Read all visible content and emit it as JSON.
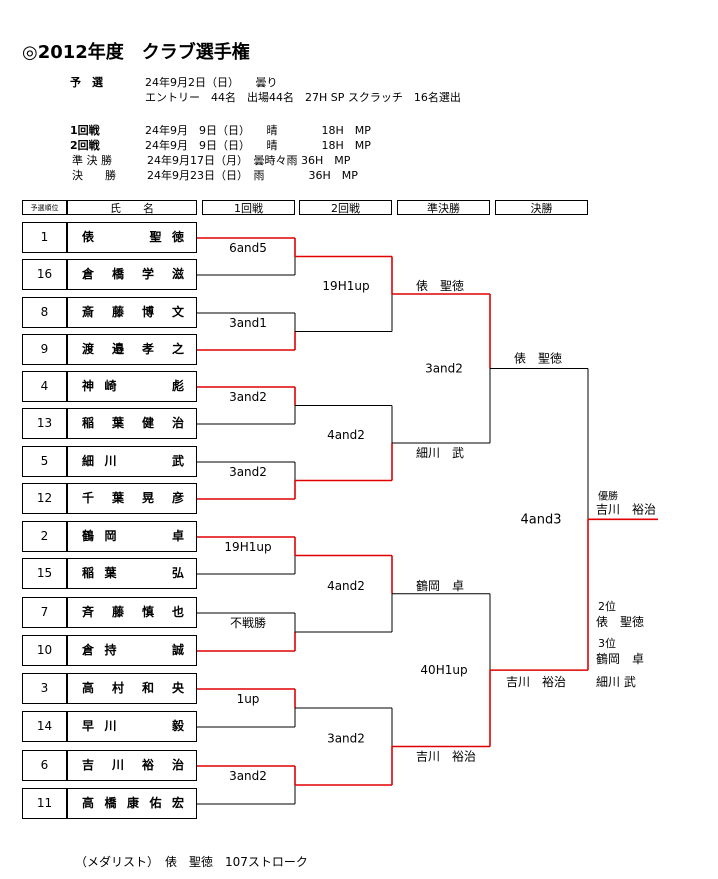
{
  "title": "◎2012年度　クラブ選手権",
  "schedule": {
    "yosen_label": "予　選",
    "yosen_line1": "24年9月2日（日）　　曇り",
    "yosen_line2": "エントリー　44名　出場44名　27H SP スクラッチ　16名選出",
    "r1_label": "1回戦",
    "r1_detail": "24年9月　9日（日）　　晴　　　　18H　MP",
    "r2_label": "2回戦",
    "r2_detail": "24年9月　9日（日）　　晴　　　　18H　MP",
    "sf_label": "準 決 勝",
    "sf_detail": "24年9月17日（月）　曇時々雨 36H　MP",
    "f_label": "決　　勝",
    "f_detail": "24年9月23日（日）　雨　　　　36H　MP"
  },
  "headers": {
    "rank": "予選順位",
    "name": "氏　　名",
    "round1": "1回戦",
    "round2": "2回戦",
    "semifinal": "準決勝",
    "final": "決勝"
  },
  "players": [
    {
      "rank": "1",
      "name": "俵　　聖徳"
    },
    {
      "rank": "16",
      "name": "倉橋学滋"
    },
    {
      "rank": "8",
      "name": "斎藤博文"
    },
    {
      "rank": "9",
      "name": "渡邉孝之"
    },
    {
      "rank": "4",
      "name": "神崎　　彪"
    },
    {
      "rank": "13",
      "name": "稲葉健治"
    },
    {
      "rank": "5",
      "name": "細川　　武"
    },
    {
      "rank": "12",
      "name": "千葉晃彦"
    },
    {
      "rank": "2",
      "name": "鶴岡　　卓"
    },
    {
      "rank": "15",
      "name": "稲葉　　弘"
    },
    {
      "rank": "7",
      "name": "斉藤慎也"
    },
    {
      "rank": "10",
      "name": "倉持　　誠"
    },
    {
      "rank": "3",
      "name": "高村和央"
    },
    {
      "rank": "14",
      "name": "早川　　毅"
    },
    {
      "rank": "6",
      "name": "吉川裕治"
    },
    {
      "rank": "11",
      "name": "高橋康佑宏"
    }
  ],
  "round1_scores": [
    "6and5",
    "3and1",
    "3and2",
    "3and2",
    "19H1up",
    "不戦勝",
    "1up",
    "3and2"
  ],
  "round2_scores": [
    "19H1up",
    "4and2",
    "4and2",
    "3and2"
  ],
  "round2_winners": [
    "俵　聖徳",
    "細川　武",
    "鶴岡　卓",
    "吉川　裕治"
  ],
  "semifinal_scores": [
    "3and2",
    "40H1up"
  ],
  "semifinal_winners": [
    "俵　聖徳",
    "吉川　裕治"
  ],
  "final_score": "4and3",
  "results": {
    "champion_label": "優勝",
    "champion_name": "吉川　裕治",
    "second_label": "2位",
    "second_name": "俵　聖徳",
    "third_label": "3位",
    "third_name1": "鶴岡　卓",
    "third_name2": "細川 武"
  },
  "medalist": "（メダリスト）　俵　聖徳　107ストローク",
  "colors": {
    "winner_line": "#e00000",
    "loser_line": "#000000"
  }
}
